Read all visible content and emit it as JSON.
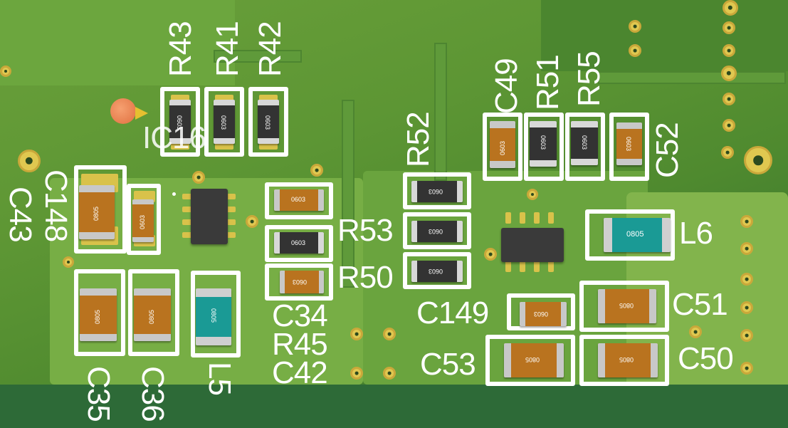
{
  "board": {
    "refdes": {
      "R43": "R43",
      "R41": "R41",
      "R42": "R42",
      "IC16": "IC16",
      "C148": "C148",
      "C43": "C43",
      "C35": "C35",
      "C36": "C36",
      "L5": "L5",
      "C34": "C34",
      "R45": "R45",
      "C42": "C42",
      "R52": "R52",
      "R53": "R53",
      "R50": "R50",
      "C49": "C49",
      "R51": "R51",
      "R55": "R55",
      "C52": "C52",
      "L6": "L6",
      "C149": "C149",
      "C51": "C51",
      "C53": "C53",
      "C50": "C50"
    },
    "package_codes": {
      "p0603": "0603",
      "p0805": "0805"
    },
    "colors": {
      "silkscreen": "#ffffff",
      "capacitor": "#b9731f",
      "resistor": "#333333",
      "inductor": "#1a9a95",
      "pad": "#d9c24a",
      "marker": "#f08040"
    }
  }
}
